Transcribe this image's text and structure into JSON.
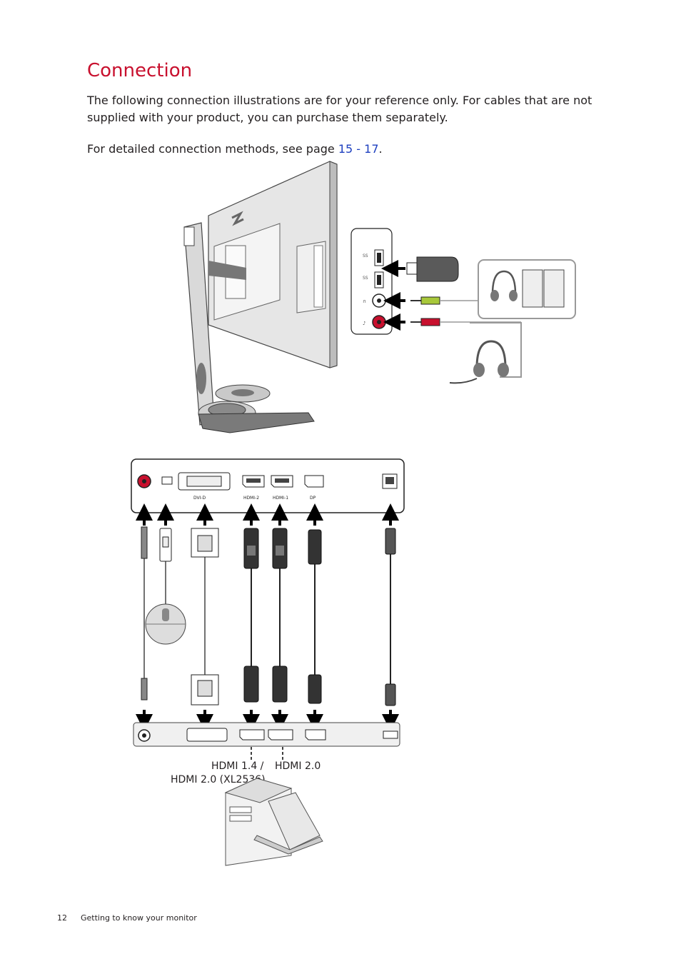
{
  "title": "Connection",
  "intro": "The following connection illustrations are for your reference only. For cables that are not supplied with your product, you can purchase them separately.",
  "methods": {
    "prefix": "For detailed connection methods, see page ",
    "page_from": "15",
    "separator": " - ",
    "page_to": "17",
    "suffix": "."
  },
  "diagram": {
    "panel_labels": {
      "dvi": "DVI-D",
      "hdmi2": "HDMI-2",
      "hdmi1": "HDMI-1",
      "dp": "DP"
    },
    "callouts": {
      "hdmi_left_line1": "HDMI 1.4 /",
      "hdmi_left_line2": "HDMI 2.0 (XL2536)",
      "hdmi_right": "HDMI 2.0"
    },
    "link_color": "#1d3fbf",
    "title_color": "#c8102e"
  },
  "footer": {
    "page_number": "12",
    "section": "Getting to know your monitor"
  }
}
